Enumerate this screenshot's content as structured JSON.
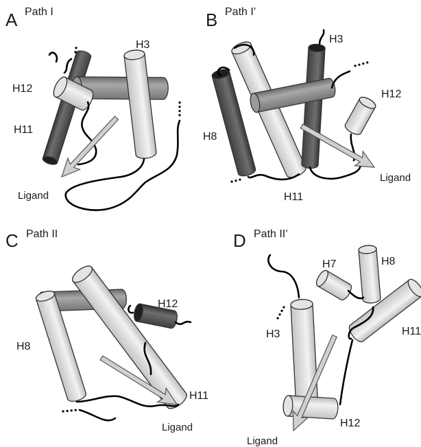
{
  "colors": {
    "light_helix": "#d9d9d9",
    "medium_helix": "#8c8c8c",
    "dark_helix": "#555555",
    "outline": "#333333",
    "arrow_fill": "#d0d0d0"
  },
  "panels": {
    "a": {
      "letter": "A",
      "title": "Path I",
      "helices": {
        "h3": "H3",
        "h12": "H12",
        "h11": "H11"
      },
      "ligand": "Ligand"
    },
    "b": {
      "letter": "B",
      "title": "Path I’",
      "helices": {
        "h3": "H3",
        "h12": "H12",
        "h8": "H8",
        "h11": "H11"
      },
      "ligand": "Ligand"
    },
    "c": {
      "letter": "C",
      "title": "Path II",
      "helices": {
        "h12": "H12",
        "h8": "H8",
        "h11": "H11"
      },
      "ligand": "Ligand"
    },
    "d": {
      "letter": "D",
      "title": "Path II’",
      "helices": {
        "h7": "H7",
        "h8": "H8",
        "h3": "H3",
        "h11": "H11",
        "h12": "H12"
      },
      "ligand": "Ligand"
    }
  }
}
